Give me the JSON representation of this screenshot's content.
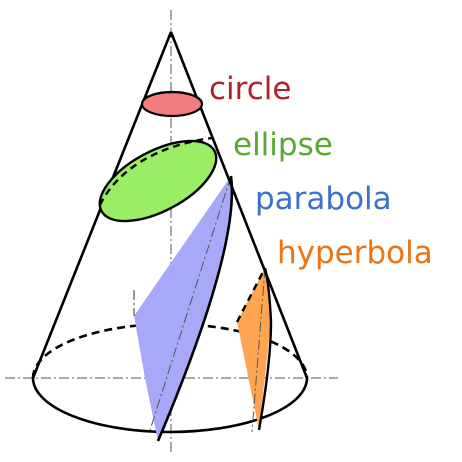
{
  "labels": {
    "circle": "circle",
    "ellipse": "ellipse",
    "parabola": "parabola",
    "hyperbola": "hyperbola"
  },
  "colors": {
    "circle_fill": "#f47c7c",
    "circle_text": "#b3202a",
    "ellipse_fill": "#99ee66",
    "ellipse_text": "#5aa832",
    "parabola_fill": "#a8a8f8",
    "parabola_text": "#3c73c8",
    "hyperbola_fill": "#ffa450",
    "hyperbola_text": "#ec7414",
    "outline": "#000000",
    "axis": "#555555"
  }
}
